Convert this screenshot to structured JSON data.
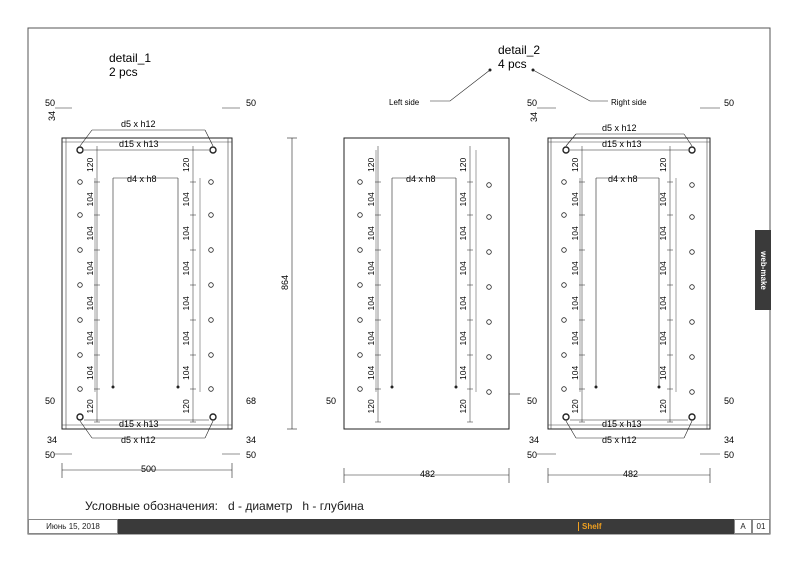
{
  "title_block": {
    "date": "Июнь 15, 2018",
    "project": "Shelf",
    "format": "A",
    "sheet": "01",
    "tab": "web-make"
  },
  "legend": "Условные обозначения:   d - диаметр   h - глубина",
  "detail1": {
    "name": "detail_1",
    "qty": "2 pcs",
    "dims": {
      "left_top": "50",
      "right_top": "50",
      "left_bot": "50",
      "right_bot": "50",
      "corner34": "34",
      "right68": "68",
      "left50_mid": "50",
      "width": "500",
      "height": "864",
      "first": "120",
      "step": "104",
      "last": "120"
    },
    "holes": {
      "top_small": "d5 x h12",
      "top_big": "d15 x h13",
      "shelf": "d4 x h8",
      "bot_big": "d15 x h13",
      "bot_small": "d5 x h12"
    }
  },
  "detail2": {
    "name": "detail_2",
    "qty": "4 pcs",
    "left_label": "Left side",
    "right_label": "Right side",
    "left": {
      "width": "482",
      "first": "120",
      "step": "104",
      "last": "120",
      "shelf": "d4 x h8",
      "edge50": "50"
    },
    "right": {
      "width": "482",
      "first": "120",
      "step": "104",
      "last": "120",
      "top_small": "d5 x h12",
      "top_big": "d15 x h13",
      "shelf": "d4 x h8",
      "bot_big": "d15 x h13",
      "bot_small": "d5 x h12",
      "d50": "50",
      "d34": "34"
    }
  }
}
